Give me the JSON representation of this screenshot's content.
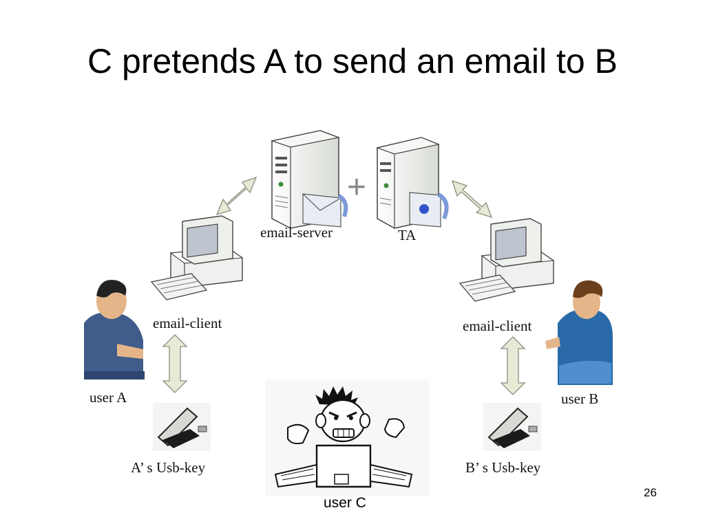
{
  "slide": {
    "title": "C pretends A to send an email to B",
    "page_number": "26"
  },
  "labels": {
    "email_server": "email-server",
    "ta": "TA",
    "email_client_left": "email-client",
    "email_client_right": "email-client",
    "user_a": "user A",
    "user_b": "user B",
    "user_c": "user C",
    "usb_key_a": "A’ s Usb-key",
    "usb_key_b": "B’ s Usb-key",
    "plus_sign": "+"
  },
  "colors": {
    "arrow_fill": "#e6ebd8",
    "arrow_stroke": "#8a8f7c",
    "server_fill": "#f2f4f0",
    "accent_blue": "#3355cc"
  }
}
